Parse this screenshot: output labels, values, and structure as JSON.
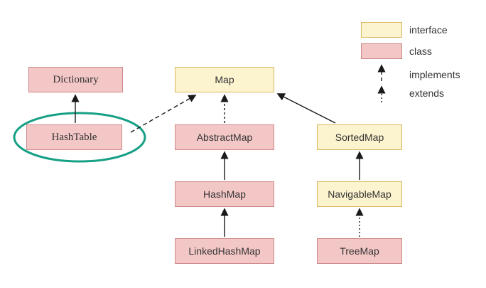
{
  "title": "Java Map hierarchy diagram",
  "legend": {
    "interface_label": "interface",
    "class_label": "class",
    "implements_label": "implements",
    "extends_label": "extends"
  },
  "nodes": {
    "dictionary": {
      "label": "Dictionary",
      "type": "class"
    },
    "hashtable": {
      "label": "HashTable",
      "type": "class",
      "highlighted": true
    },
    "map": {
      "label": "Map",
      "type": "interface"
    },
    "abstractmap": {
      "label": "AbstractMap",
      "type": "class"
    },
    "hashmap": {
      "label": "HashMap",
      "type": "class"
    },
    "linkedhashmap": {
      "label": "LinkedHashMap",
      "type": "class"
    },
    "sortedmap": {
      "label": "SortedMap",
      "type": "interface"
    },
    "navigablemap": {
      "label": "NavigableMap",
      "type": "interface"
    },
    "treemap": {
      "label": "TreeMap",
      "type": "class"
    }
  },
  "edges": [
    {
      "from": "HashTable",
      "to": "Dictionary",
      "style": "solid"
    },
    {
      "from": "HashTable",
      "to": "Map",
      "style": "dashed"
    },
    {
      "from": "AbstractMap",
      "to": "Map",
      "style": "dashed"
    },
    {
      "from": "SortedMap",
      "to": "Map",
      "style": "solid"
    },
    {
      "from": "HashMap",
      "to": "AbstractMap",
      "style": "solid"
    },
    {
      "from": "LinkedHashMap",
      "to": "HashMap",
      "style": "solid"
    },
    {
      "from": "NavigableMap",
      "to": "SortedMap",
      "style": "solid"
    },
    {
      "from": "TreeMap",
      "to": "NavigableMap",
      "style": "dotted"
    }
  ],
  "highlight": {
    "node": "HashTable",
    "shape": "ellipse"
  },
  "colors": {
    "interface_fill": "#fcf3cf",
    "interface_border": "#d9b85f",
    "class_fill": "#f4c7c7",
    "class_border": "#cc8888",
    "arrow": "#1a1a1a",
    "highlight": "#16a085"
  }
}
